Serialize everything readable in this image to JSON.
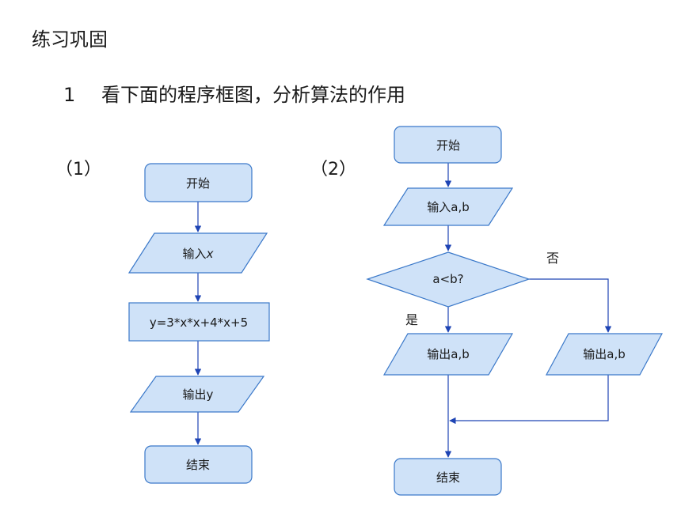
{
  "heading": "练习巩固",
  "question": {
    "number": "1",
    "text": "看下面的程序框图，分析算法的作用"
  },
  "diagram1": {
    "label": "（1）",
    "start": "开始",
    "input_prefix": "输入",
    "input_var": "x",
    "process": "y=3*x*x+4*x+5",
    "output": "输出y",
    "end": "结束"
  },
  "diagram2": {
    "label": "（2）",
    "start": "开始",
    "input": "输入a,b",
    "condition": "a<b?",
    "yes": "是",
    "no": "否",
    "output_left": "输出a,b",
    "output_right": "输出a,b",
    "end": "结束"
  },
  "colors": {
    "shape_fill": "#cfe2f8",
    "shape_stroke": "#3a78c9",
    "arrow": "#1e44b4"
  }
}
